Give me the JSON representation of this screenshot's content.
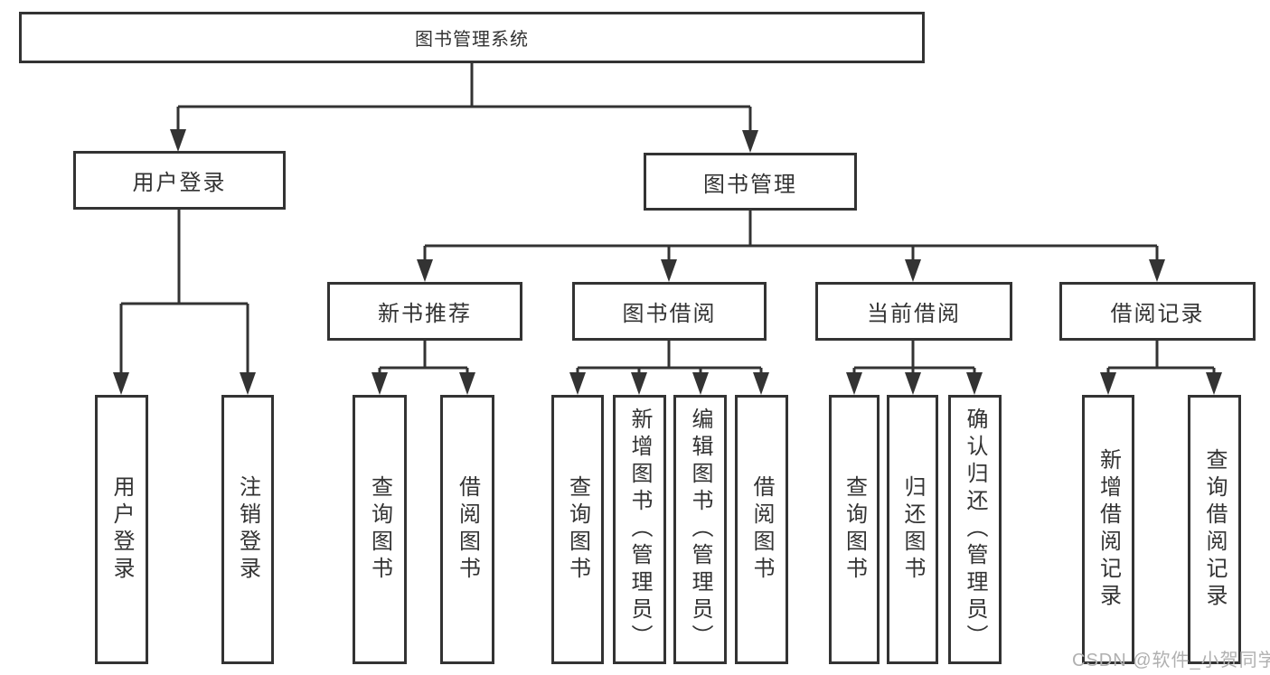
{
  "diagram": {
    "root": {
      "label": "图书管理系统"
    },
    "level2": [
      {
        "id": "login",
        "label": "用户登录"
      },
      {
        "id": "mgmt",
        "label": "图书管理"
      }
    ],
    "level3": [
      {
        "id": "newbook",
        "label": "新书推荐"
      },
      {
        "id": "borrow",
        "label": "图书借阅"
      },
      {
        "id": "current",
        "label": "当前借阅"
      },
      {
        "id": "record",
        "label": "借阅记录"
      }
    ],
    "leaves": {
      "login": [
        "用户登录",
        "注销登录"
      ],
      "newbook": [
        "查询图书",
        "借阅图书"
      ],
      "borrow": [
        "查询图书",
        "新增图书（管理员）",
        "编辑图书（管理员）",
        "借阅图书"
      ],
      "current": [
        "查询图书",
        "归还图书",
        "确认归还（管理员）"
      ],
      "record": [
        "新增借阅记录",
        "查询借阅记录"
      ]
    }
  },
  "watermark": "CSDN @软件_小贺同学",
  "colors": {
    "line": "#333333",
    "text": "#333333",
    "watermark": "#b0b0b0",
    "background": "#ffffff",
    "box_fill": "#ffffff"
  }
}
